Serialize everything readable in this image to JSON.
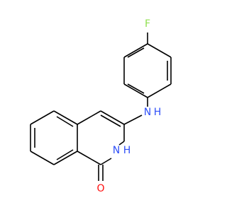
{
  "structure": {
    "atoms": [
      {
        "id": "F",
        "symbol": "F",
        "color": "#90e050"
      },
      {
        "id": "N_amine",
        "symbol": "N",
        "h": "H",
        "h_position": "right",
        "color": "#3050f8"
      },
      {
        "id": "N_ring",
        "symbol": "N",
        "h": "H",
        "h_position": "right",
        "color": "#3050f8"
      },
      {
        "id": "O",
        "symbol": "O",
        "color": "#ff0d0d"
      }
    ]
  }
}
